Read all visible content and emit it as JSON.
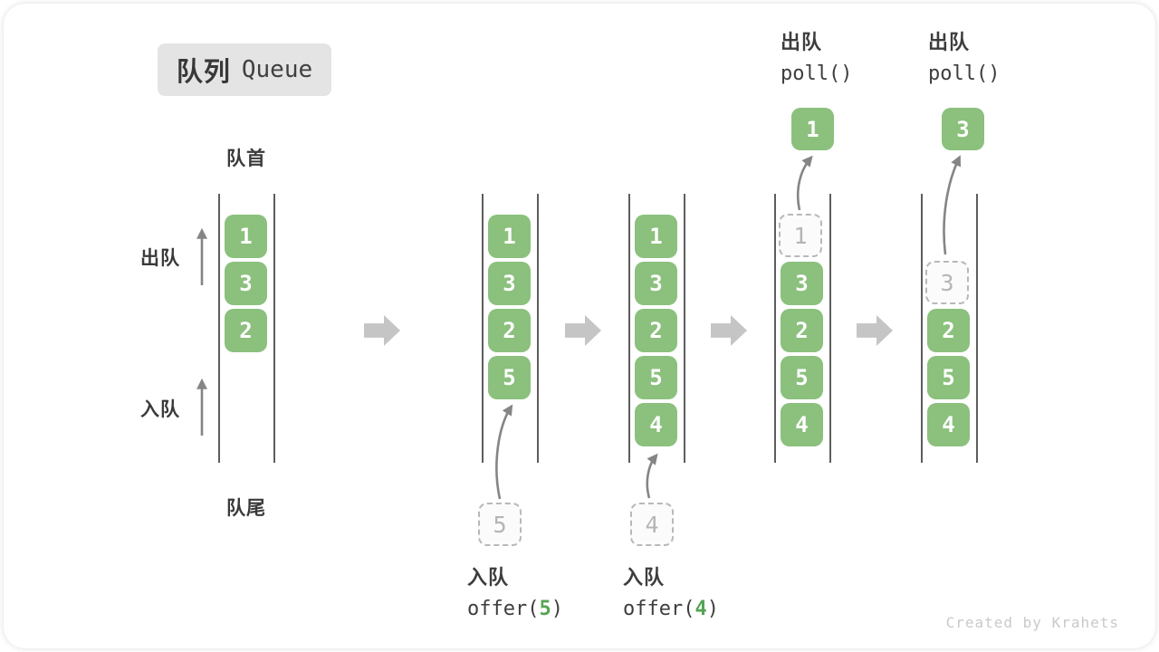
{
  "title": {
    "zh": "队列",
    "en": "Queue"
  },
  "side_labels": {
    "front": "队首",
    "rear": "队尾",
    "dequeue": "出队",
    "enqueue": "入队"
  },
  "queues": [
    {
      "cells": [
        "1",
        "3",
        "2"
      ]
    },
    {
      "cells": [
        "1",
        "3",
        "2",
        "5"
      ],
      "incoming": "5"
    },
    {
      "cells": [
        "1",
        "3",
        "2",
        "5",
        "4"
      ],
      "incoming": "4"
    },
    {
      "cells": [
        "3",
        "2",
        "5",
        "4"
      ],
      "removed": "1",
      "polled": "1"
    },
    {
      "cells": [
        "2",
        "5",
        "4"
      ],
      "removed": "3",
      "polled": "3"
    }
  ],
  "operations": {
    "enqueue5": {
      "label": "入队",
      "fn": "offer(",
      "arg": "5",
      "close": ")"
    },
    "enqueue4": {
      "label": "入队",
      "fn": "offer(",
      "arg": "4",
      "close": ")"
    },
    "poll1": {
      "label": "出队",
      "code": "poll()"
    },
    "poll2": {
      "label": "出队",
      "code": "poll()"
    }
  },
  "watermark": "Created by Krahets",
  "colors": {
    "cell_green": "#8bc07d",
    "accent_green": "#56a452",
    "arrow_gray": "#c5c5c5",
    "line_gray": "#858585"
  }
}
